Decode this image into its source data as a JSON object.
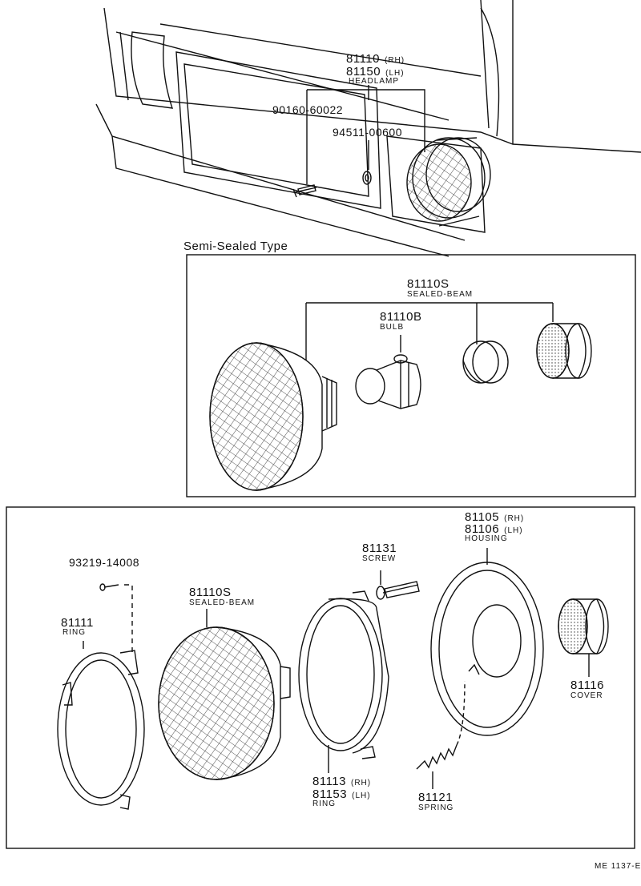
{
  "top": {
    "headlamp_rh_pn": "81110",
    "headlamp_rh_side": "(RH)",
    "headlamp_lh_pn": "81150",
    "headlamp_lh_side": "(LH)",
    "headlamp_name": "HEADLAMP",
    "bolt_pn": "90160-60022",
    "nut_pn": "94511-00600"
  },
  "semi_sealed": {
    "title": "Semi-Sealed  Type",
    "sealed_beam_pn": "81110S",
    "sealed_beam_name": "SEALED-BEAM",
    "bulb_pn": "81110B",
    "bulb_name": "BULB"
  },
  "exploded": {
    "screw_small_pn": "93219-14008",
    "ring_pn": "81111",
    "ring_name": "RING",
    "sealed_beam_pn": "81110S",
    "sealed_beam_name": "SEALED-BEAM",
    "screw_pn": "81131",
    "screw_name": "SCREW",
    "housing_rh_pn": "81105",
    "housing_rh_side": "(RH)",
    "housing_lh_pn": "81106",
    "housing_lh_side": "(LH)",
    "housing_name": "HOUSING",
    "cover_pn": "81116",
    "cover_name": "COVER",
    "mount_ring_rh_pn": "81113",
    "mount_ring_rh_side": "(RH)",
    "mount_ring_lh_pn": "81153",
    "mount_ring_lh_side": "(LH)",
    "mount_ring_name": "RING",
    "spring_pn": "81121",
    "spring_name": "SPRING"
  },
  "footer": {
    "code": "ME  1137-E"
  },
  "colors": {
    "ink": "#111111",
    "paper": "#ffffff"
  }
}
